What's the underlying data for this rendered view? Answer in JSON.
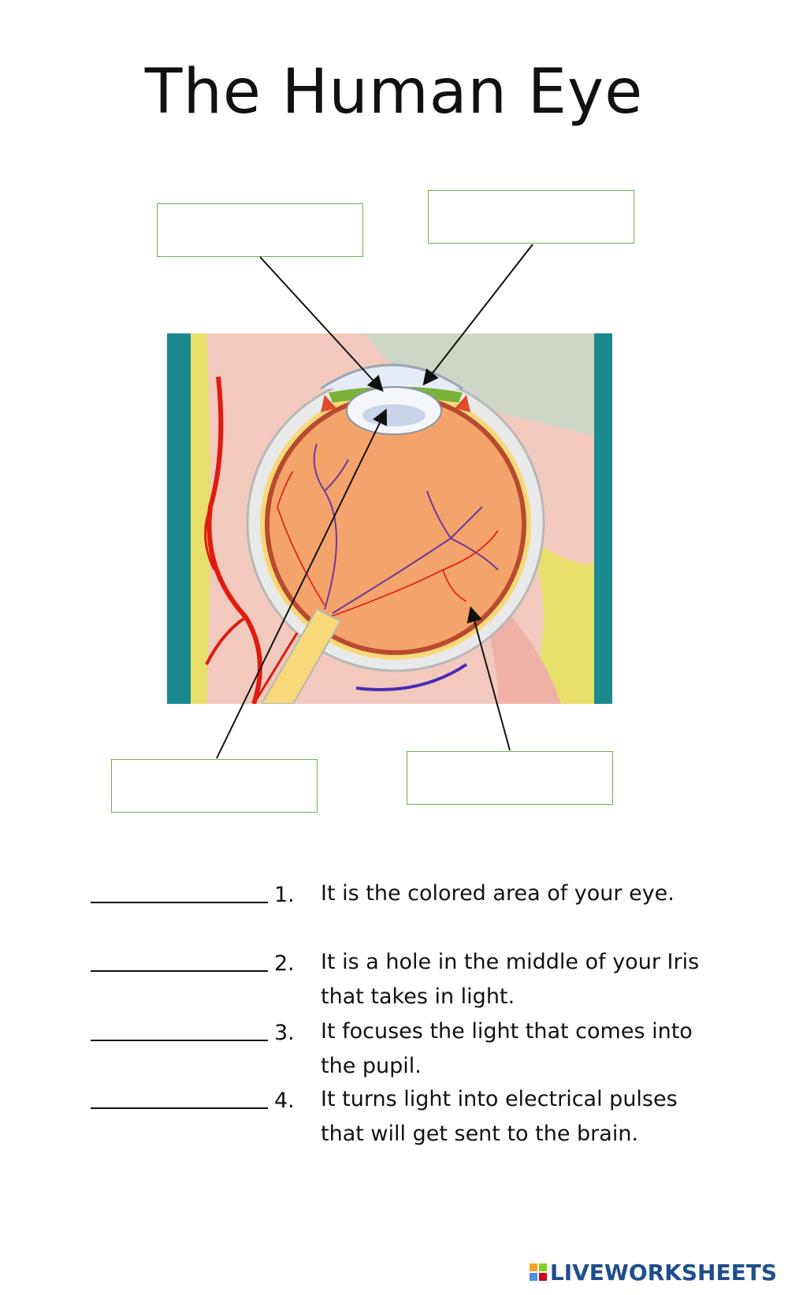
{
  "page": {
    "title": "The Human Eye"
  },
  "questions": [
    {
      "num": "1.",
      "text": "It is the colored area of your eye."
    },
    {
      "num": "2.",
      "text": "It is a hole in the middle of your Iris that takes in light."
    },
    {
      "num": "3.",
      "text": "It focuses the light that comes into the pupil."
    },
    {
      "num": "4.",
      "text": "It turns light into electrical pulses that will get sent to the brain."
    }
  ],
  "footer": {
    "logo_text": "LIVEWORKSHEETS"
  },
  "colors": {
    "box_border": "#6dae52",
    "logo": "#1f4e8c",
    "eyeball": "#f4a36a",
    "teal": "#1a8a8e"
  }
}
